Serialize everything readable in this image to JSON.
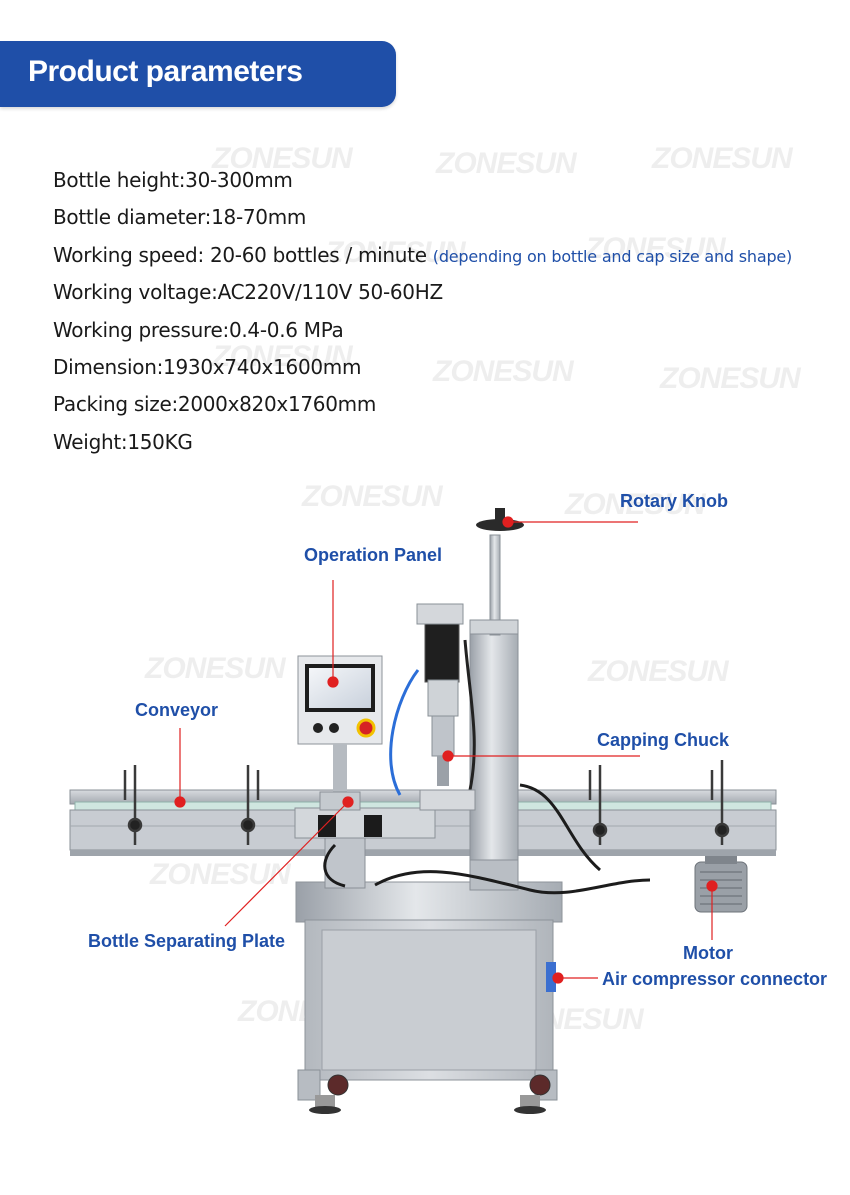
{
  "header": {
    "title": "Product parameters"
  },
  "parameters": [
    {
      "text": "Bottle height:30-300mm",
      "note": ""
    },
    {
      "text": "Bottle diameter:18-70mm",
      "note": ""
    },
    {
      "text": "Working speed: 20-60 bottles / minute",
      "note": "(depending on bottle and cap size and shape)"
    },
    {
      "text": "Working voltage:AC220V/110V 50-60HZ",
      "note": ""
    },
    {
      "text": "Working pressure:0.4-0.6 MPa",
      "note": ""
    },
    {
      "text": "Dimension:1930x740x1600mm",
      "note": ""
    },
    {
      "text": "Packing size:2000x820x1760mm",
      "note": ""
    },
    {
      "text": "Weight:150KG",
      "note": ""
    }
  ],
  "watermark_text": "ZONESUN",
  "callouts": {
    "rotary_knob": "Rotary Knob",
    "operation_panel": "Operation Panel",
    "conveyor": "Conveyor",
    "capping_chuck": "Capping Chuck",
    "bottle_separating_plate": "Bottle Separating Plate",
    "motor": "Motor",
    "air_compressor_connector": "Air compressor connector"
  },
  "colors": {
    "brand_blue": "#1f4fa8",
    "callout_dot": "#e02020",
    "machine_frame": "#c8ccd2"
  }
}
